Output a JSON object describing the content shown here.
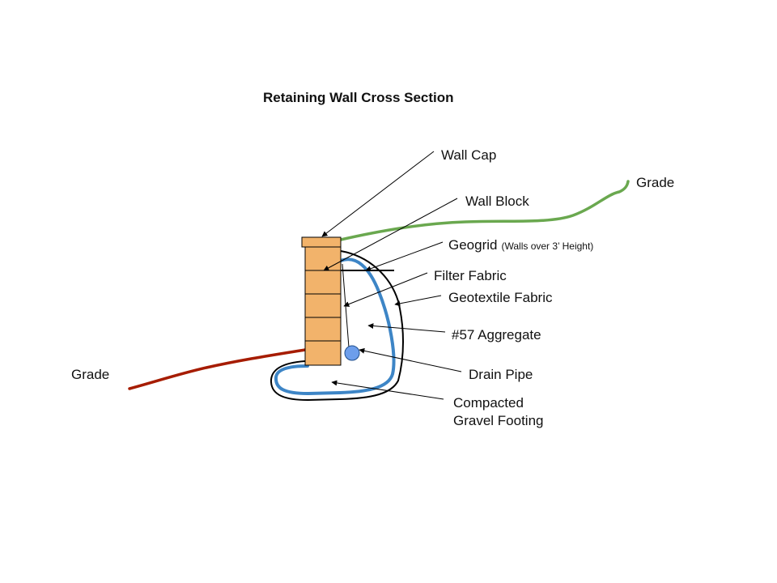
{
  "title": "Retaining Wall Cross Section",
  "labels": {
    "wall_cap": "Wall Cap",
    "wall_block": "Wall Block",
    "geogrid": "Geogrid",
    "geogrid_note": "(Walls over 3’ Height)",
    "filter_fabric": "Filter Fabric",
    "geotextile_fabric": "Geotextile Fabric",
    "aggregate": "#57 Aggregate",
    "drain_pipe": "Drain Pipe",
    "footing_line1": "Compacted",
    "footing_line2": "Gravel Footing",
    "grade_left": "Grade",
    "grade_right": "Grade"
  },
  "colors": {
    "wall_block_fill": "#f2b36b",
    "grade_right": "#6aa84f",
    "grade_left": "#a61c00",
    "geotextile": "#3d85c6",
    "drain_pipe": "#6d9eeb",
    "outline": "#000000"
  }
}
